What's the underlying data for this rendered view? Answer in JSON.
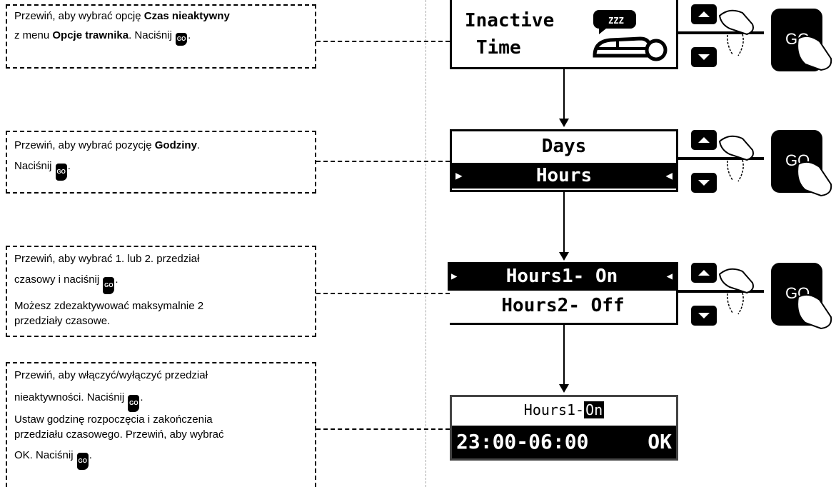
{
  "steps": [
    {
      "line1": "Przewiń, aby wybrać opcję ",
      "line1_bold": "Czas nieaktywny",
      "line2": "z menu ",
      "line2_bold": "Opcje trawnika",
      "line2_after": ". Naciśnij ",
      "line2_end": "."
    },
    {
      "line1": "Przewiń, aby wybrać pozycję ",
      "line1_bold": "Godziny",
      "line1_end": ".",
      "line2": "Naciśnij ",
      "line2_end": "."
    },
    {
      "line1": "Przewiń, aby wybrać 1. lub 2. przedział",
      "line2": "czasowy i naciśnij ",
      "line2_end": ".",
      "line3": "Możesz zdezaktywować maksymalnie 2",
      "line4": "przedziały czasowe."
    },
    {
      "line1": "Przewiń, aby włączyć/wyłączyć przedział",
      "line2": "nieaktywności. Naciśnij ",
      "line2_end": ".",
      "line3": "Ustaw godzinę rozpoczęcia i zakończenia",
      "line4": "przedziału czasowego. Przewiń, aby wybrać",
      "line5": "OK. Naciśnij ",
      "line5_end": "."
    }
  ],
  "go_label": "GO",
  "screens": {
    "s1": {
      "line1": "Inactive",
      "line2": "Time",
      "zzz": "ZZZ"
    },
    "s2": {
      "line1": "Days",
      "line2": "Hours"
    },
    "s3": {
      "line1": "Hours1- On",
      "line2": "Hours2- Off"
    },
    "s4": {
      "line1_pre": "Hours1-",
      "line1_sel": "On",
      "line2_time": "23:00-06:00",
      "line2_ok": "OK"
    }
  }
}
